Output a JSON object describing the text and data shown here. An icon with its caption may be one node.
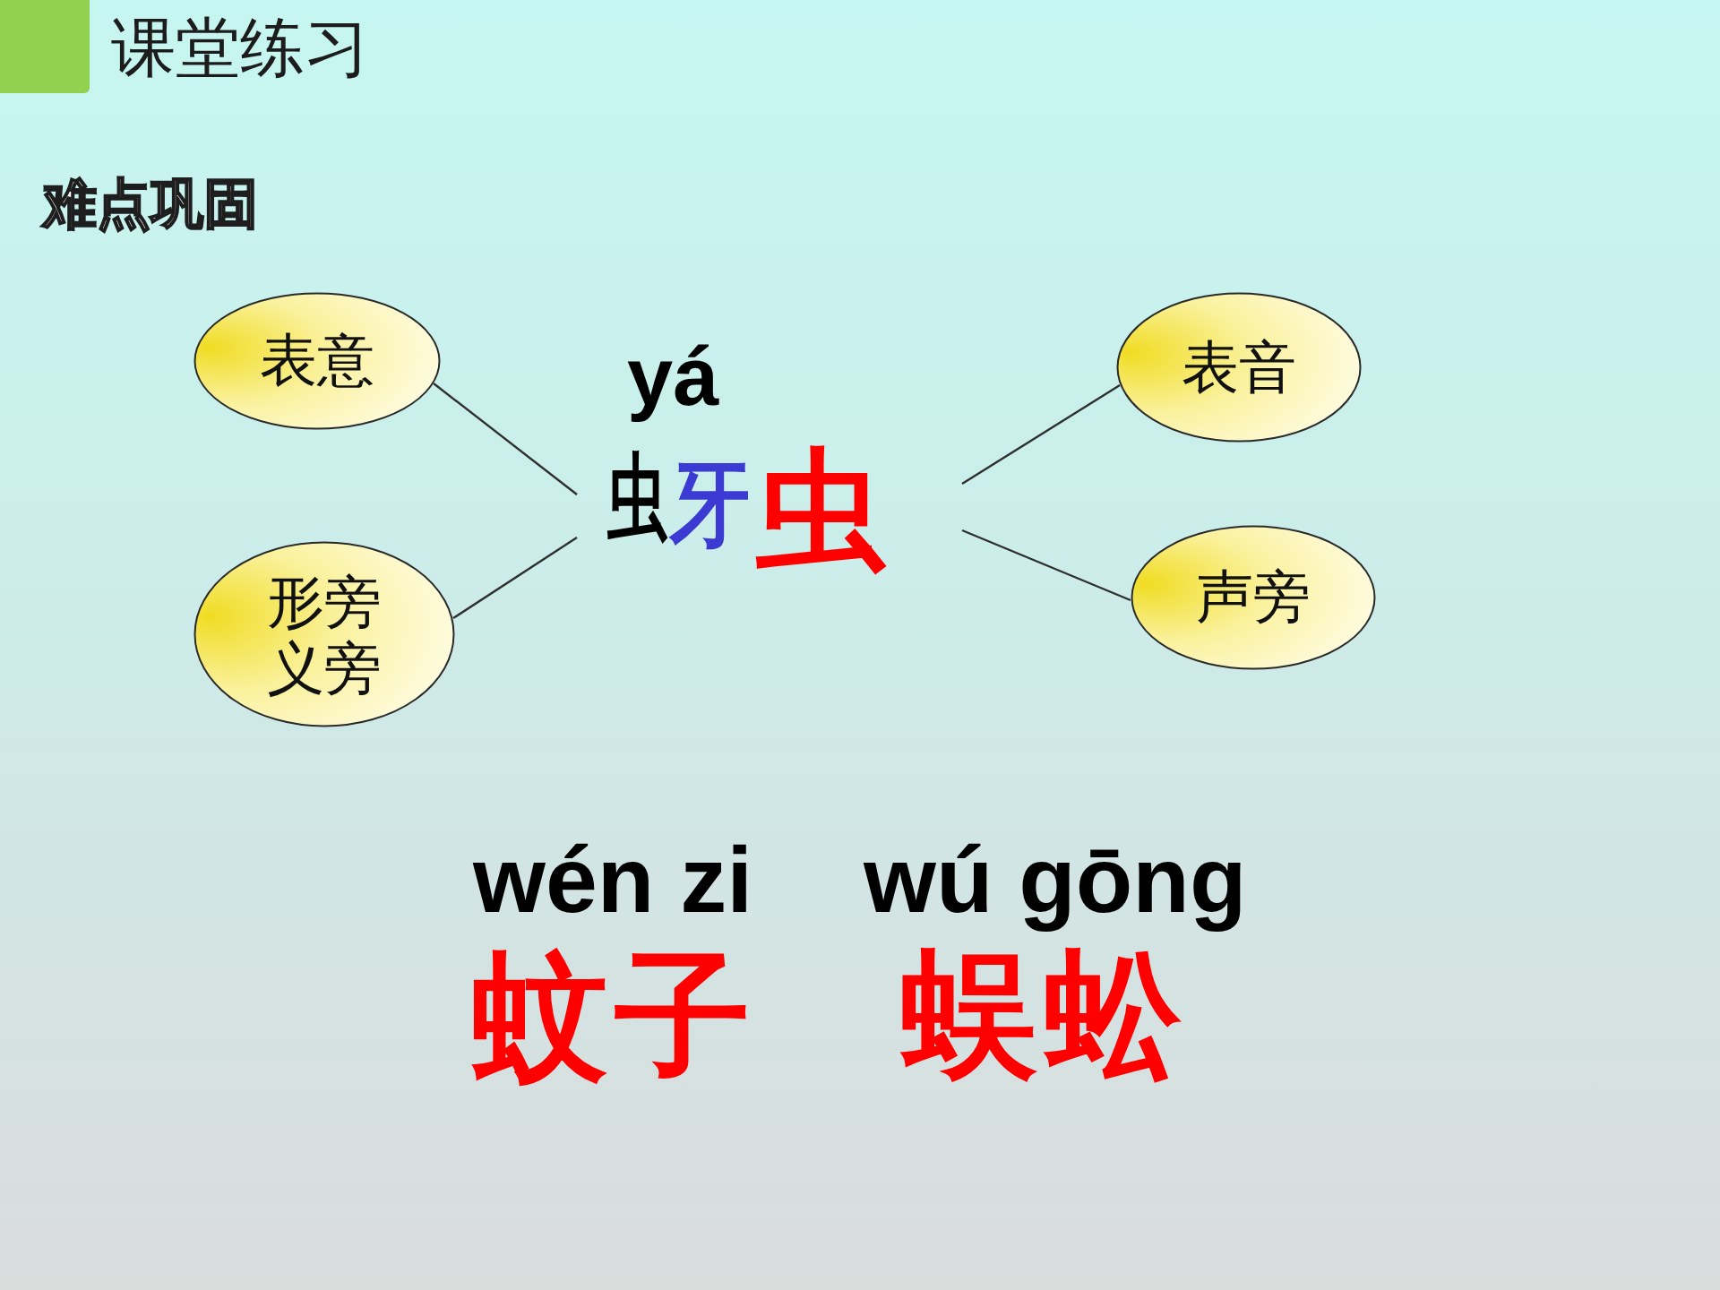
{
  "diagram": {
    "title": "课堂练习",
    "nodes": [
      {
        "text": [
          "表意"
        ]
      },
      {
        "text": [
          "形旁",
          "义旁"
        ]
      },
      {
        "text": [
          "yá",
          "虫",
          "牙",
          "虫"
        ]
      },
      {
        "text": [
          "表音"
        ]
      },
      {
        "text": [
          "声旁"
        ]
      }
    ],
    "edges": [
      {
        "from": 0,
        "to": 2,
        "arrow": "none"
      },
      {
        "from": 1,
        "to": 2,
        "arrow": "none"
      },
      {
        "from": 2,
        "to": 3,
        "arrow": "none"
      },
      {
        "from": 2,
        "to": 4,
        "arrow": "none"
      }
    ],
    "labels": [
      "难点巩固",
      "wén zi",
      "wú gōng",
      "蚊子",
      "蜈蚣"
    ]
  }
}
